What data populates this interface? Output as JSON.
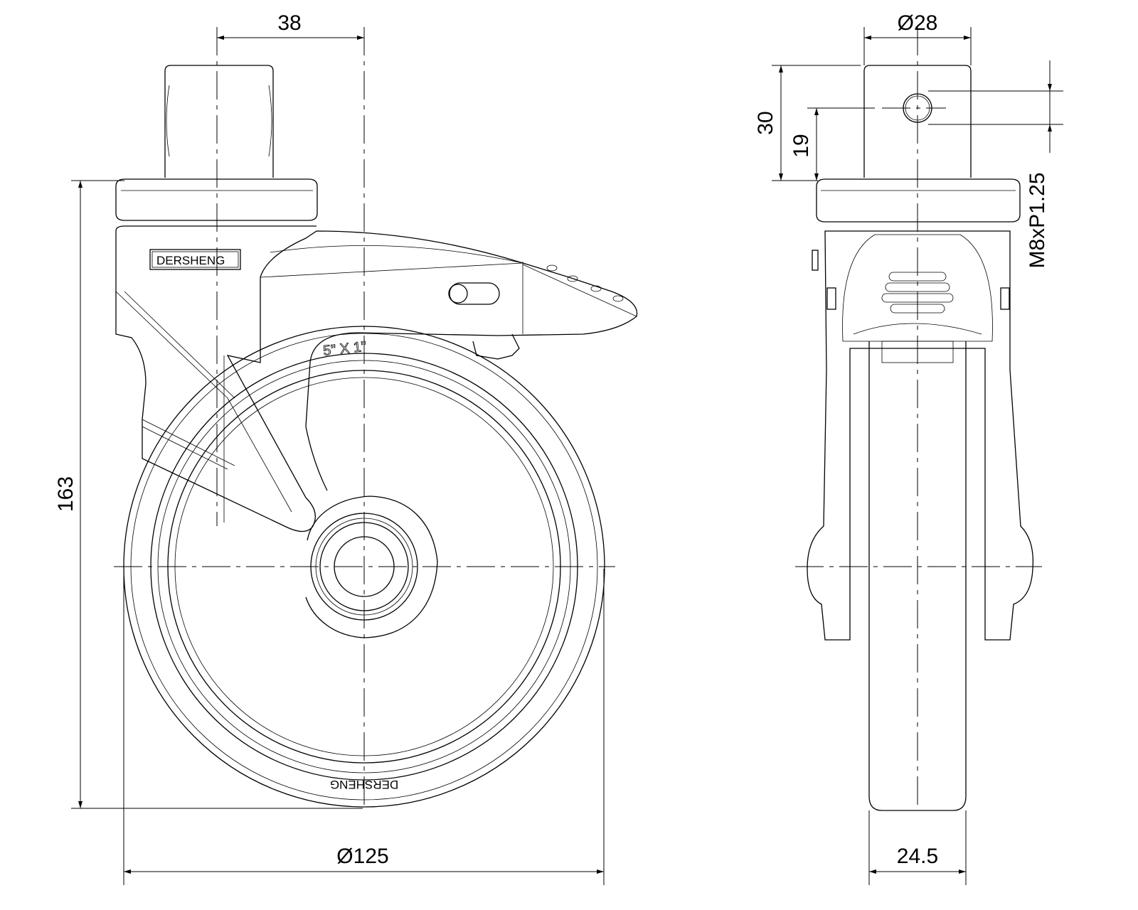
{
  "title": "Swivel castor technical drawing",
  "side_view": {
    "dim_offset": "38",
    "dim_height": "163",
    "dim_wheel_diameter": "Ø125",
    "brand_plate": "DERSHENG",
    "wheel_marking": "5\" X 1\"",
    "wheel_brand": "DERSHENG"
  },
  "front_view": {
    "dim_stem_diameter": "Ø28",
    "dim_stem_length": "30",
    "dim_hole_height": "19",
    "dim_thread": "M8xP1.25",
    "dim_wheel_width": "24.5"
  }
}
